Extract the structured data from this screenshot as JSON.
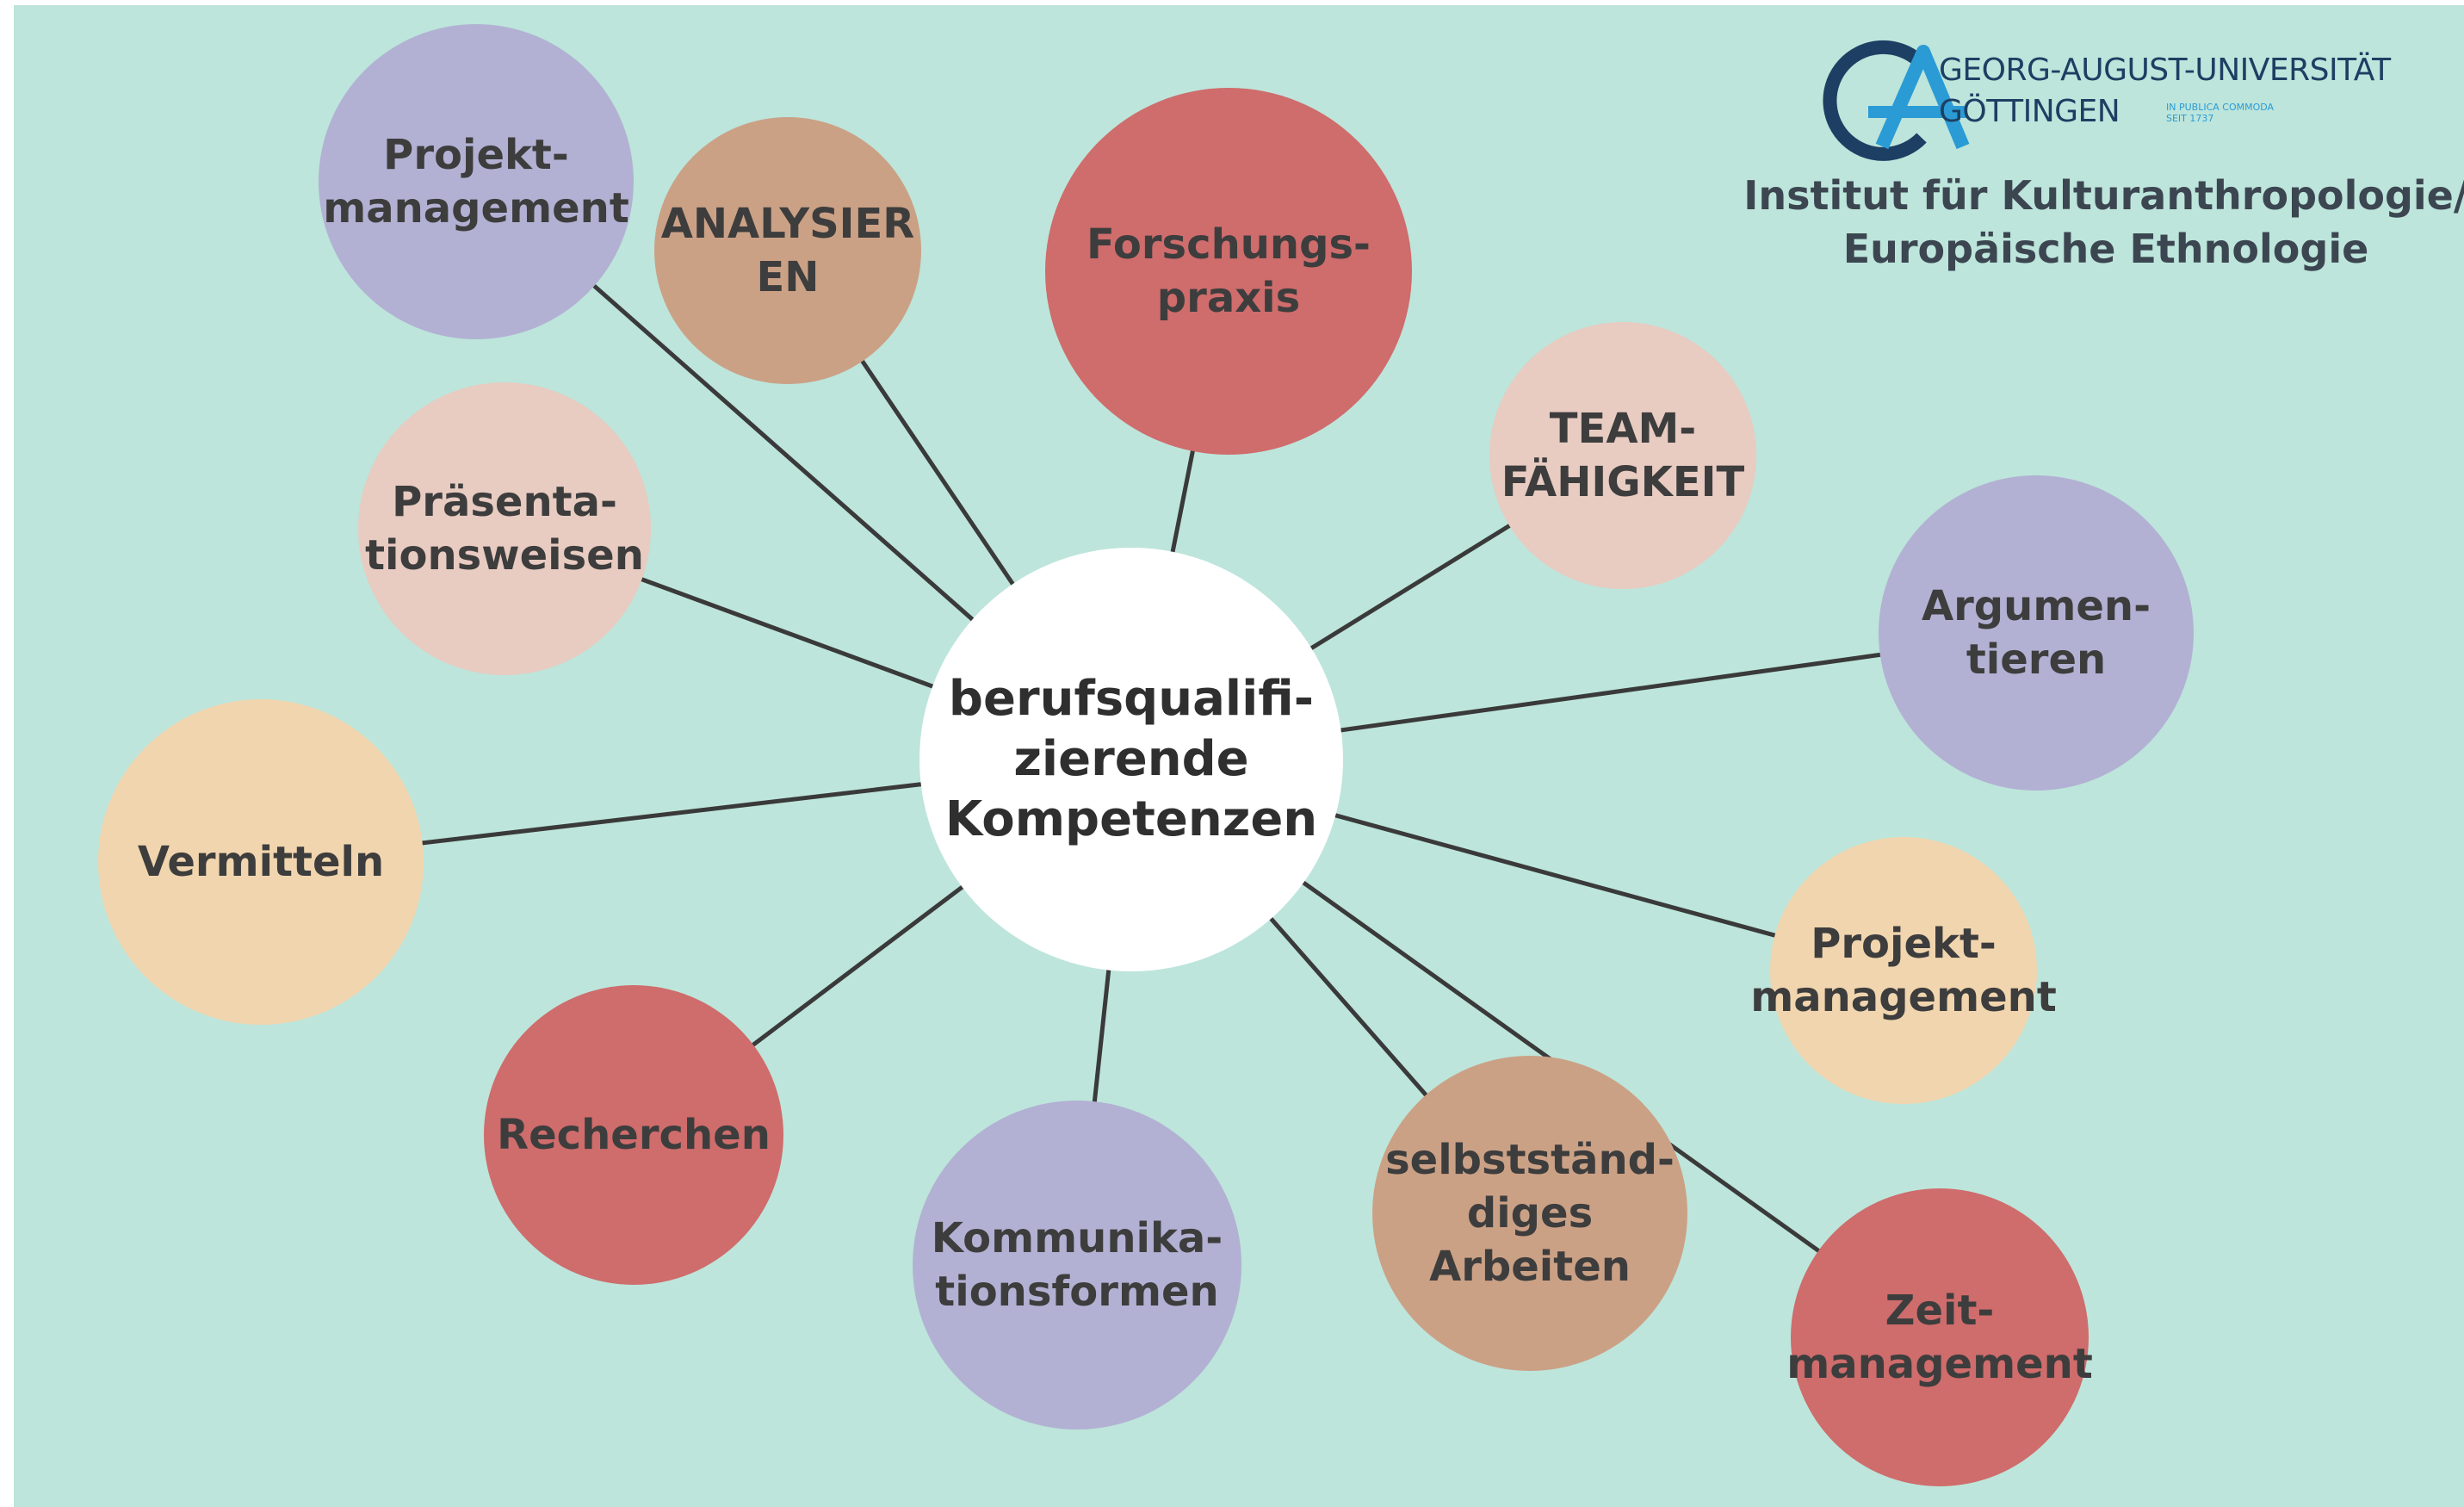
{
  "palette": {
    "background": "#bde5db",
    "lavender": "#b2b1d3",
    "tan": "#cba186",
    "red": "#cf6c6c",
    "pink": "#e8cbc1",
    "peach": "#f1d5ae",
    "white": "#ffffff",
    "line": "#3a3a3a"
  },
  "header": {
    "logo_icon": "ga-monogram-icon",
    "university_name": "GEORG-AUGUST-UNIVERSITÄT\nGÖTTINGEN",
    "motto": "IN PUBLICA COMMODA\nSEIT 1737",
    "institute": "Institut für Kulturanthropologie/\nEuropäische Ethnologie"
  },
  "diagram": {
    "center_label": "berufsqualifi-\nzierende\nKompetenzen",
    "nodes": [
      {
        "label": "Projekt-\nmanagement",
        "color": "lavender"
      },
      {
        "label": "ANALYSIER\nEN",
        "color": "tan"
      },
      {
        "label": "Forschungs-\npraxis",
        "color": "red"
      },
      {
        "label": "TEAM-\nFÄHIGKEIT",
        "color": "pink"
      },
      {
        "label": "Argumen-\ntieren",
        "color": "lavender"
      },
      {
        "label": "Präsenta-\ntionsweisen",
        "color": "pink"
      },
      {
        "label": "Vermitteln",
        "color": "peach"
      },
      {
        "label": "Projekt-\nmanagement",
        "color": "peach"
      },
      {
        "label": "Recherchen",
        "color": "red"
      },
      {
        "label": "Kommunika-\ntionsformen",
        "color": "lavender"
      },
      {
        "label": "selbstständ-\ndiges\nArbeiten",
        "color": "tan"
      },
      {
        "label": "Zeit-\nmanagement",
        "color": "red"
      }
    ]
  }
}
